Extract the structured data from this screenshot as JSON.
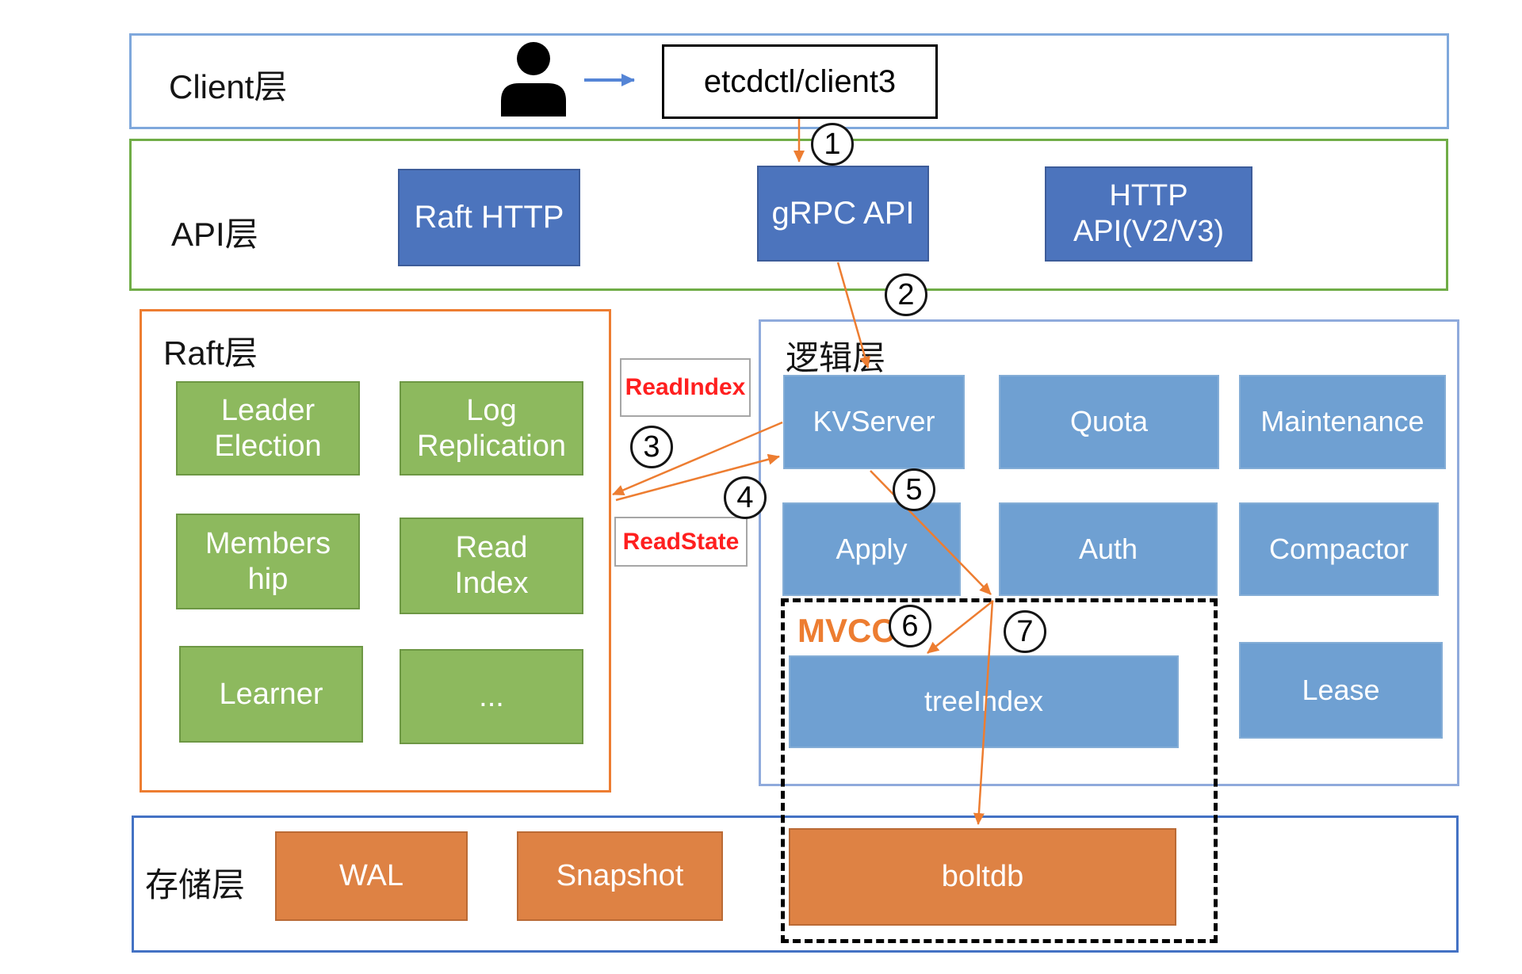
{
  "palette": {
    "arrow_orange": "#ED7D31",
    "client_border_blue": "#7FA8DC",
    "api_border_green": "#70AD47",
    "raft_border_orange": "#ED7D31",
    "logic_border_blue": "#8FAADC",
    "storage_border_blue": "#4472C4",
    "api_box_blue": "#4C74BD",
    "logic_box_blue": "#6FA0D2",
    "raft_box_green": "#8DB95E",
    "storage_box_orange": "#DE8244",
    "annotation_red": "#FF1F1F",
    "client_arrow_blue": "#5585D6"
  },
  "client": {
    "title": "Client层",
    "terminal": "etcdctl/client3"
  },
  "api": {
    "title": "API层",
    "raft_http": "Raft HTTP",
    "grpc_api": "gRPC API",
    "http_api": {
      "lines": [
        "HTTP",
        "API(V2/V3)"
      ]
    }
  },
  "raft": {
    "title": "Raft层",
    "leader_election": {
      "lines": [
        "Leader",
        "Election"
      ]
    },
    "log_replication": {
      "lines": [
        "Log",
        "Replication"
      ]
    },
    "membership": {
      "lines": [
        "Members",
        "hip"
      ]
    },
    "read_index": {
      "lines": [
        "Read",
        "Index"
      ]
    },
    "learner": "Learner",
    "more": "..."
  },
  "logic": {
    "title": "逻辑层",
    "kvserver": "KVServer",
    "quota": "Quota",
    "maintenance": "Maintenance",
    "apply": "Apply",
    "auth": "Auth",
    "compactor": "Compactor",
    "treeindex": "treeIndex",
    "lease": "Lease",
    "mvcc": "MVCC"
  },
  "storage": {
    "title": "存储层",
    "wal": "WAL",
    "snapshot": "Snapshot",
    "boltdb": "boltdb"
  },
  "annotations": {
    "read_index": "ReadIndex",
    "read_state": "ReadState"
  },
  "steps": {
    "s1": "1",
    "s2": "2",
    "s3": "3",
    "s4": "4",
    "s5": "5",
    "s6": "6",
    "s7": "7"
  }
}
